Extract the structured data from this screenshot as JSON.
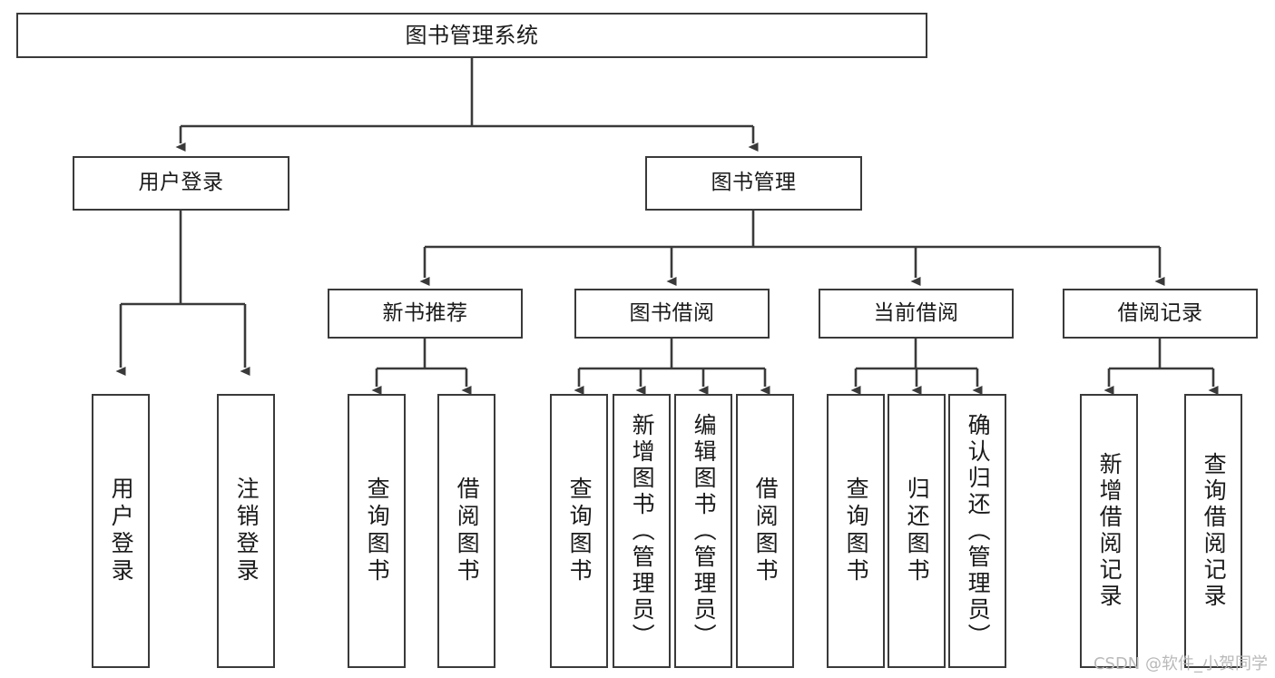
{
  "diagram": {
    "title": "图书管理系统",
    "type": "tree-hierarchy-chart",
    "watermark": "CSDN @软件_小贺同学",
    "colors": {
      "stroke": "#3a3a3a",
      "background": "#ffffff",
      "text": "#1a1a1a",
      "watermark": "#b9b9b9"
    },
    "root": {
      "label": "图书管理系统"
    },
    "level2": [
      {
        "label": "用户登录"
      },
      {
        "label": "图书管理"
      }
    ],
    "level3": [
      {
        "label": "新书推荐"
      },
      {
        "label": "图书借阅"
      },
      {
        "label": "当前借阅"
      },
      {
        "label": "借阅记录"
      }
    ],
    "leaves": {
      "user_login": [
        {
          "label": "用户登录"
        },
        {
          "label": "注销登录"
        }
      ],
      "new_book_recommend": [
        {
          "label": "查询图书"
        },
        {
          "label": "借阅图书"
        }
      ],
      "book_borrow": [
        {
          "label": "查询图书"
        },
        {
          "label": "新增图书（管理员）"
        },
        {
          "label": "编辑图书（管理员）"
        },
        {
          "label": "借阅图书"
        }
      ],
      "current_borrow": [
        {
          "label": "查询图书"
        },
        {
          "label": "归还图书"
        },
        {
          "label": "确认归还（管理员）"
        }
      ],
      "borrow_records": [
        {
          "label": "新增借阅记录"
        },
        {
          "label": "查询借阅记录"
        }
      ]
    }
  }
}
